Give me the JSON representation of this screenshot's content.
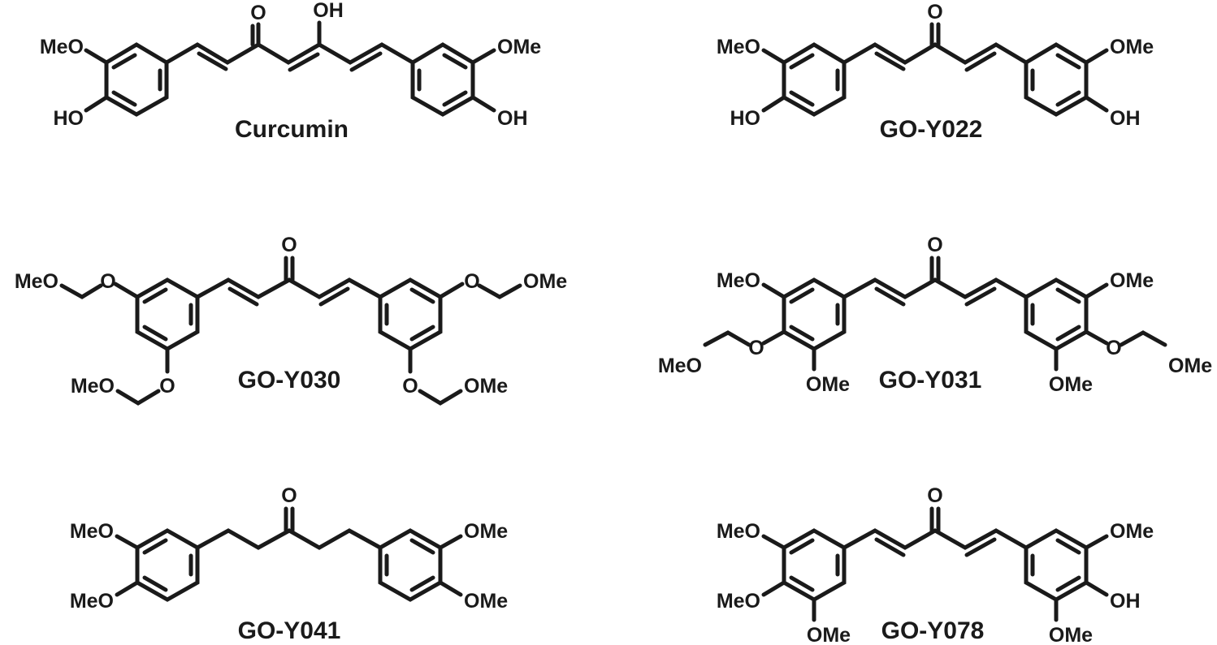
{
  "compounds": [
    {
      "name": "Curcumin",
      "core": "dienone-enol",
      "left_ring": {
        "pattern": "guaiacyl",
        "labels": [
          "MeO",
          "HO"
        ]
      },
      "right_ring": {
        "pattern": "guaiacyl",
        "labels": [
          "OMe",
          "OH"
        ]
      },
      "carbonyl_label": "O",
      "enol_label": "OH"
    },
    {
      "name": "GO-Y022",
      "core": "dienone",
      "left_ring": {
        "pattern": "guaiacyl",
        "labels": [
          "MeO",
          "HO"
        ]
      },
      "right_ring": {
        "pattern": "guaiacyl",
        "labels": [
          "OMe",
          "OH"
        ]
      },
      "carbonyl_label": "O"
    },
    {
      "name": "GO-Y030",
      "core": "dienone",
      "left_ring": {
        "pattern": "3,5-bis(methoxymethoxy)",
        "labels": [
          "O",
          "MeO",
          "O",
          "MeO"
        ]
      },
      "right_ring": {
        "pattern": "3,5-bis(methoxymethoxy)",
        "labels": [
          "O",
          "OMe",
          "O",
          "OMe"
        ]
      },
      "carbonyl_label": "O"
    },
    {
      "name": "GO-Y031",
      "core": "dienone",
      "left_ring": {
        "pattern": "3,5-dimethoxy-4-(methoxymethoxy)",
        "labels": [
          "MeO",
          "O",
          "MeO",
          "OMe"
        ]
      },
      "right_ring": {
        "pattern": "3,5-dimethoxy-4-(methoxymethoxy)",
        "labels": [
          "OMe",
          "O",
          "OMe",
          "OMe"
        ]
      },
      "carbonyl_label": "O"
    },
    {
      "name": "GO-Y041",
      "core": "saturated ketone",
      "left_ring": {
        "pattern": "3,4-dimethoxy",
        "labels": [
          "MeO",
          "MeO"
        ]
      },
      "right_ring": {
        "pattern": "3,4-dimethoxy",
        "labels": [
          "OMe",
          "OMe"
        ]
      },
      "carbonyl_label": "O"
    },
    {
      "name": "GO-Y078",
      "core": "dienone",
      "left_ring": {
        "pattern": "3,4,5-trimethoxy",
        "labels": [
          "MeO",
          "MeO",
          "OMe"
        ]
      },
      "right_ring": {
        "pattern": "4-hydroxy-3,5-dimethoxy",
        "labels": [
          "OMe",
          "OH",
          "OMe"
        ]
      },
      "carbonyl_label": "O"
    }
  ]
}
